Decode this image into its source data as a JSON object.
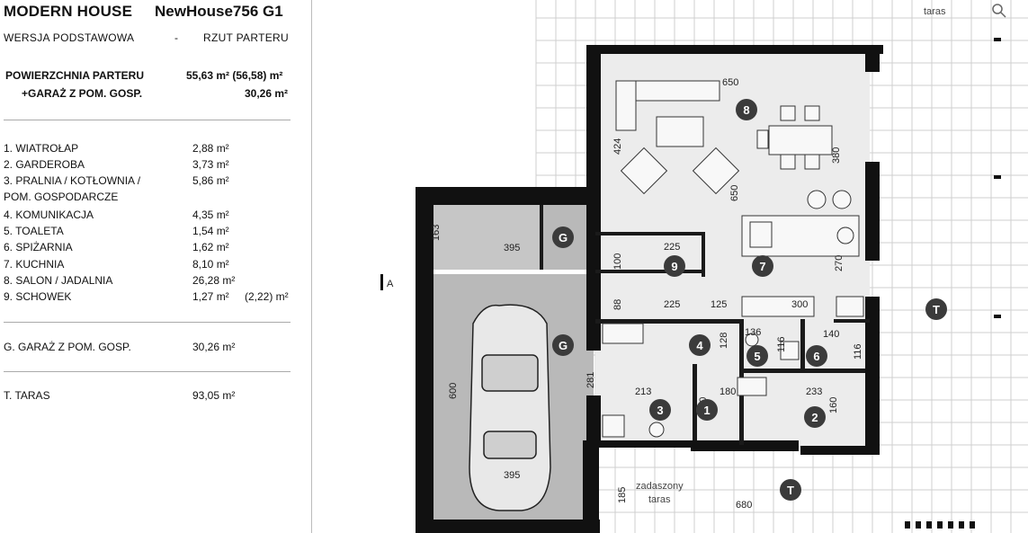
{
  "header": {
    "model": "MODERN HOUSE",
    "code": "NewHouse756 G1",
    "version": "WERSJA  PODSTAWOWA",
    "dash": "-",
    "view": "RZUT PARTERU"
  },
  "area_summary": {
    "ground_label": "POWIERZCHNIA PARTERU",
    "ground_value": "55,63 m²  (56,58) m²",
    "garage_label": "+GARAŻ Z POM. GOSP.",
    "garage_value": "30,26 m²"
  },
  "rooms": [
    {
      "name": "1.  WIATROŁAP",
      "area": "2,88 m²",
      "extra": ""
    },
    {
      "name": "2.  GARDEROBA",
      "area": "3,73 m²",
      "extra": ""
    },
    {
      "name": "3.  PRALNIA / KOTŁOWNIA /",
      "area": "5,86 m²",
      "extra": ""
    },
    {
      "name": "     POM. GOSPODARCZE",
      "area": "",
      "extra": ""
    },
    {
      "name": "4.  KOMUNIKACJA",
      "area": "4,35 m²",
      "extra": ""
    },
    {
      "name": "5.  TOALETA",
      "area": "1,54 m²",
      "extra": ""
    },
    {
      "name": "6.  SPIŻARNIA",
      "area": "1,62 m²",
      "extra": ""
    },
    {
      "name": "7.  KUCHNIA",
      "area": "8,10 m²",
      "extra": ""
    },
    {
      "name": "8.  SALON / JADALNIA",
      "area": "26,28 m²",
      "extra": ""
    },
    {
      "name": "9.  SCHOWEK",
      "area": "1,27 m²",
      "extra": "(2,22) m²"
    }
  ],
  "garage_row": {
    "name": "G.  GARAŻ Z POM. GOSP.",
    "area": "30,26 m²"
  },
  "terrace_row": {
    "name": "T.  TARAS",
    "area": "93,05 m²"
  },
  "plan": {
    "section_mark": "A",
    "terrace_top_label": "taras",
    "covered_terrace_1": "zadaszony",
    "covered_terrace_2": "taras",
    "zoom_icon": "magnifier-icon",
    "markers": [
      "8",
      "G",
      "9",
      "7",
      "G",
      "4",
      "5",
      "6",
      "3",
      "1",
      "2",
      "T",
      "T"
    ],
    "dims": {
      "d650": "650",
      "d424": "424",
      "d380": "380",
      "d650v": "650",
      "d163": "163",
      "d395a": "395",
      "d225a": "225",
      "d100": "100",
      "d88": "88",
      "d225b": "225",
      "d125": "125",
      "d300": "300",
      "d270": "270",
      "d136": "136",
      "d116a": "116",
      "d140": "140",
      "d116b": "116",
      "d128": "128",
      "d281": "281",
      "d213": "213",
      "d180": "180",
      "d233": "233",
      "d160a": "160",
      "d160b": "160",
      "d600": "600",
      "d395b": "395",
      "d185": "185",
      "d680": "680"
    }
  }
}
